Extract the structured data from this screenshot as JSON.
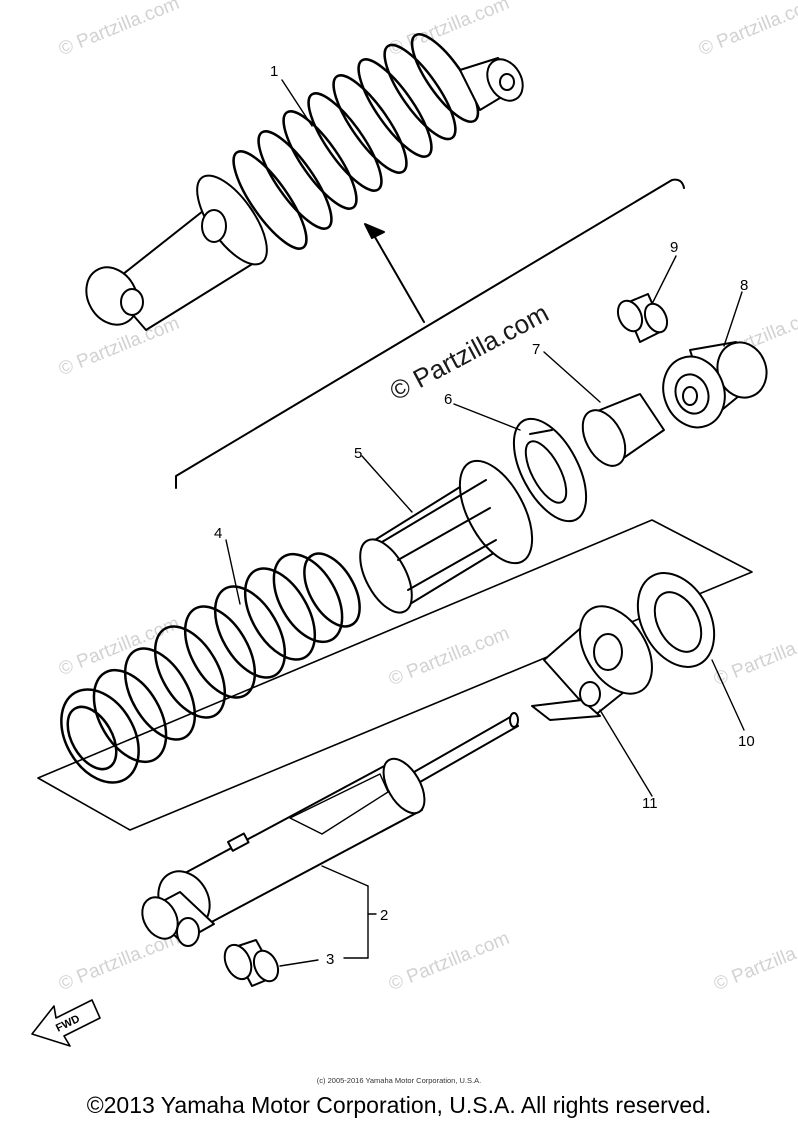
{
  "watermark": "© Partzilla.com",
  "callouts": [
    "1",
    "2",
    "3",
    "4",
    "5",
    "6",
    "7",
    "8",
    "9",
    "10",
    "11"
  ],
  "fwd_label": "FWD",
  "footer": {
    "small_copyright": "(c) 2005-2016 Yamaha Motor Corporation, U.S.A.",
    "copyright": "©2013 Yamaha Motor Corporation, U.S.A. All rights reserved."
  }
}
